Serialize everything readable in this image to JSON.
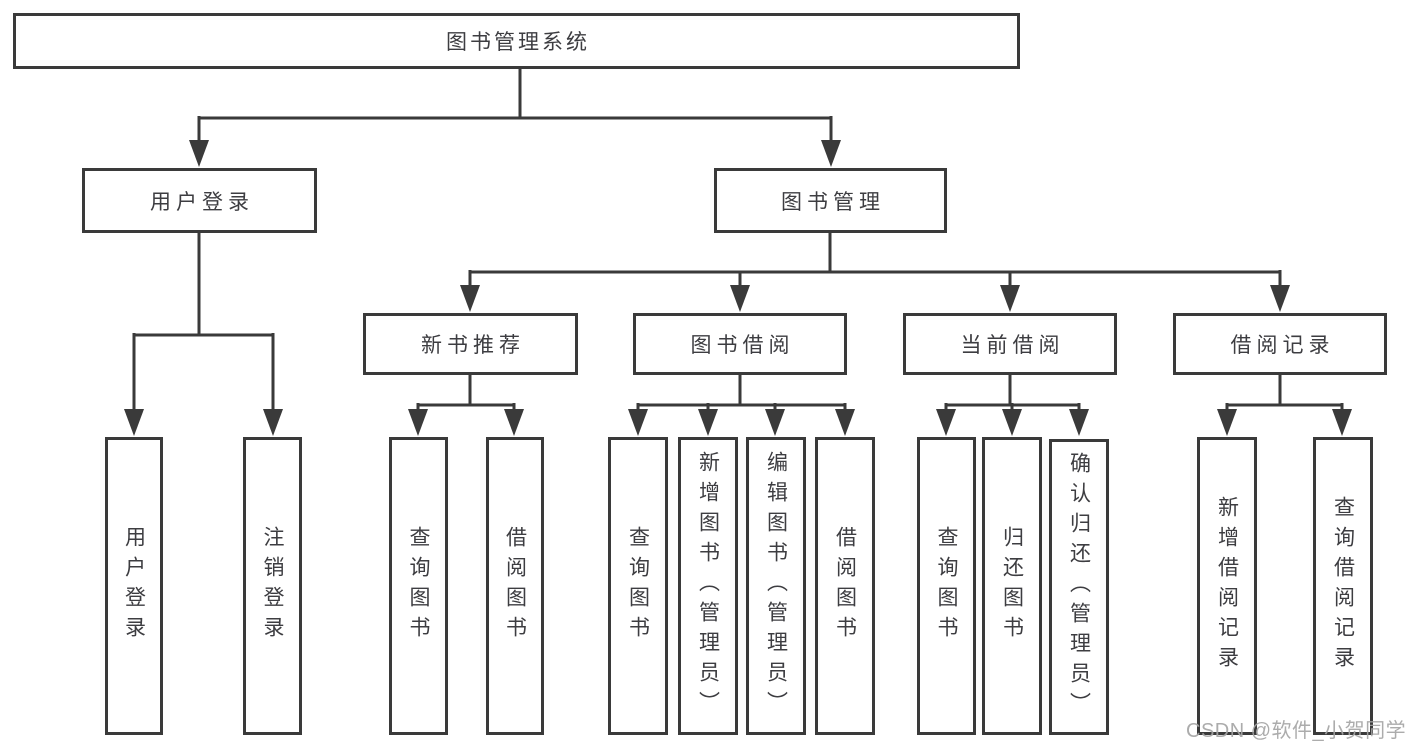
{
  "diagram": {
    "type": "hierarchy-tree",
    "colors": {
      "line": "#3a3a3a",
      "text": "#3d3d41",
      "node_background": "#ffffff",
      "page_background": "#ffffff",
      "watermark": "#a5a5a5"
    },
    "tree": {
      "label": "图书管理系统",
      "children": [
        {
          "label": "用户登录",
          "children": [
            {
              "label": "用户登录"
            },
            {
              "label": "注销登录"
            }
          ]
        },
        {
          "label": "图书管理",
          "children": [
            {
              "label": "新书推荐",
              "children": [
                {
                  "label": "查询图书"
                },
                {
                  "label": "借阅图书"
                }
              ]
            },
            {
              "label": "图书借阅",
              "children": [
                {
                  "label": "查询图书"
                },
                {
                  "label": "新增图书（管理员）"
                },
                {
                  "label": "编辑图书（管理员）"
                },
                {
                  "label": "借阅图书"
                }
              ]
            },
            {
              "label": "当前借阅",
              "children": [
                {
                  "label": "查询图书"
                },
                {
                  "label": "归还图书"
                },
                {
                  "label": "确认归还（管理员）"
                }
              ]
            },
            {
              "label": "借阅记录",
              "children": [
                {
                  "label": "新增借阅记录"
                },
                {
                  "label": "查询借阅记录"
                }
              ]
            }
          ]
        }
      ]
    },
    "watermark": "CSDN @软件_小贺同学"
  }
}
